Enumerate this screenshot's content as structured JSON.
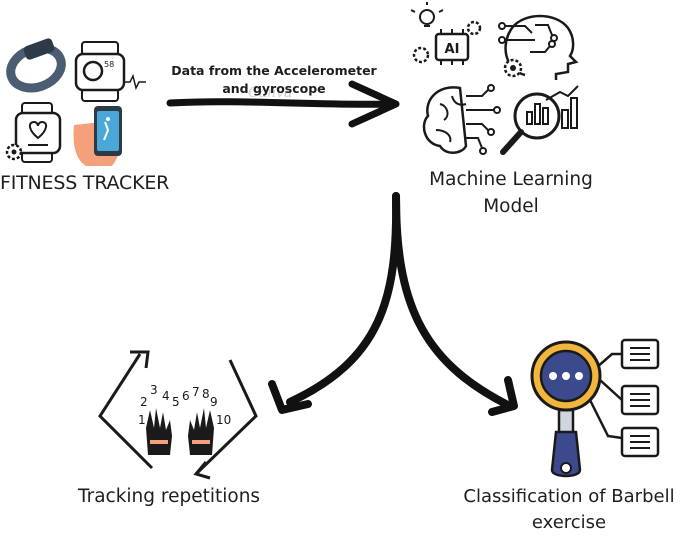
{
  "nodes": {
    "fitness_tracker": "FITNESS TRACKER",
    "ml_model": "Machine Learning Model",
    "tracking": "Tracking repetitions",
    "classification": "Classification of Barbell exercise"
  },
  "edge_label": "Data from the Accelerometer and gyroscope",
  "icons": {
    "watch_digital_text": "58",
    "ai_chip_text": "AI",
    "count_numbers": [
      "1",
      "2",
      "3",
      "4",
      "5",
      "6",
      "7",
      "8",
      "9",
      "10"
    ]
  },
  "colors": {
    "stroke": "#1a1a1a",
    "accent_skin": "#f4a07a",
    "phone_screen": "#4aa8d8",
    "magnifier_ring": "#f2b63c",
    "magnifier_lens": "#3b4a8c",
    "band_blue": "#4a5d73"
  }
}
